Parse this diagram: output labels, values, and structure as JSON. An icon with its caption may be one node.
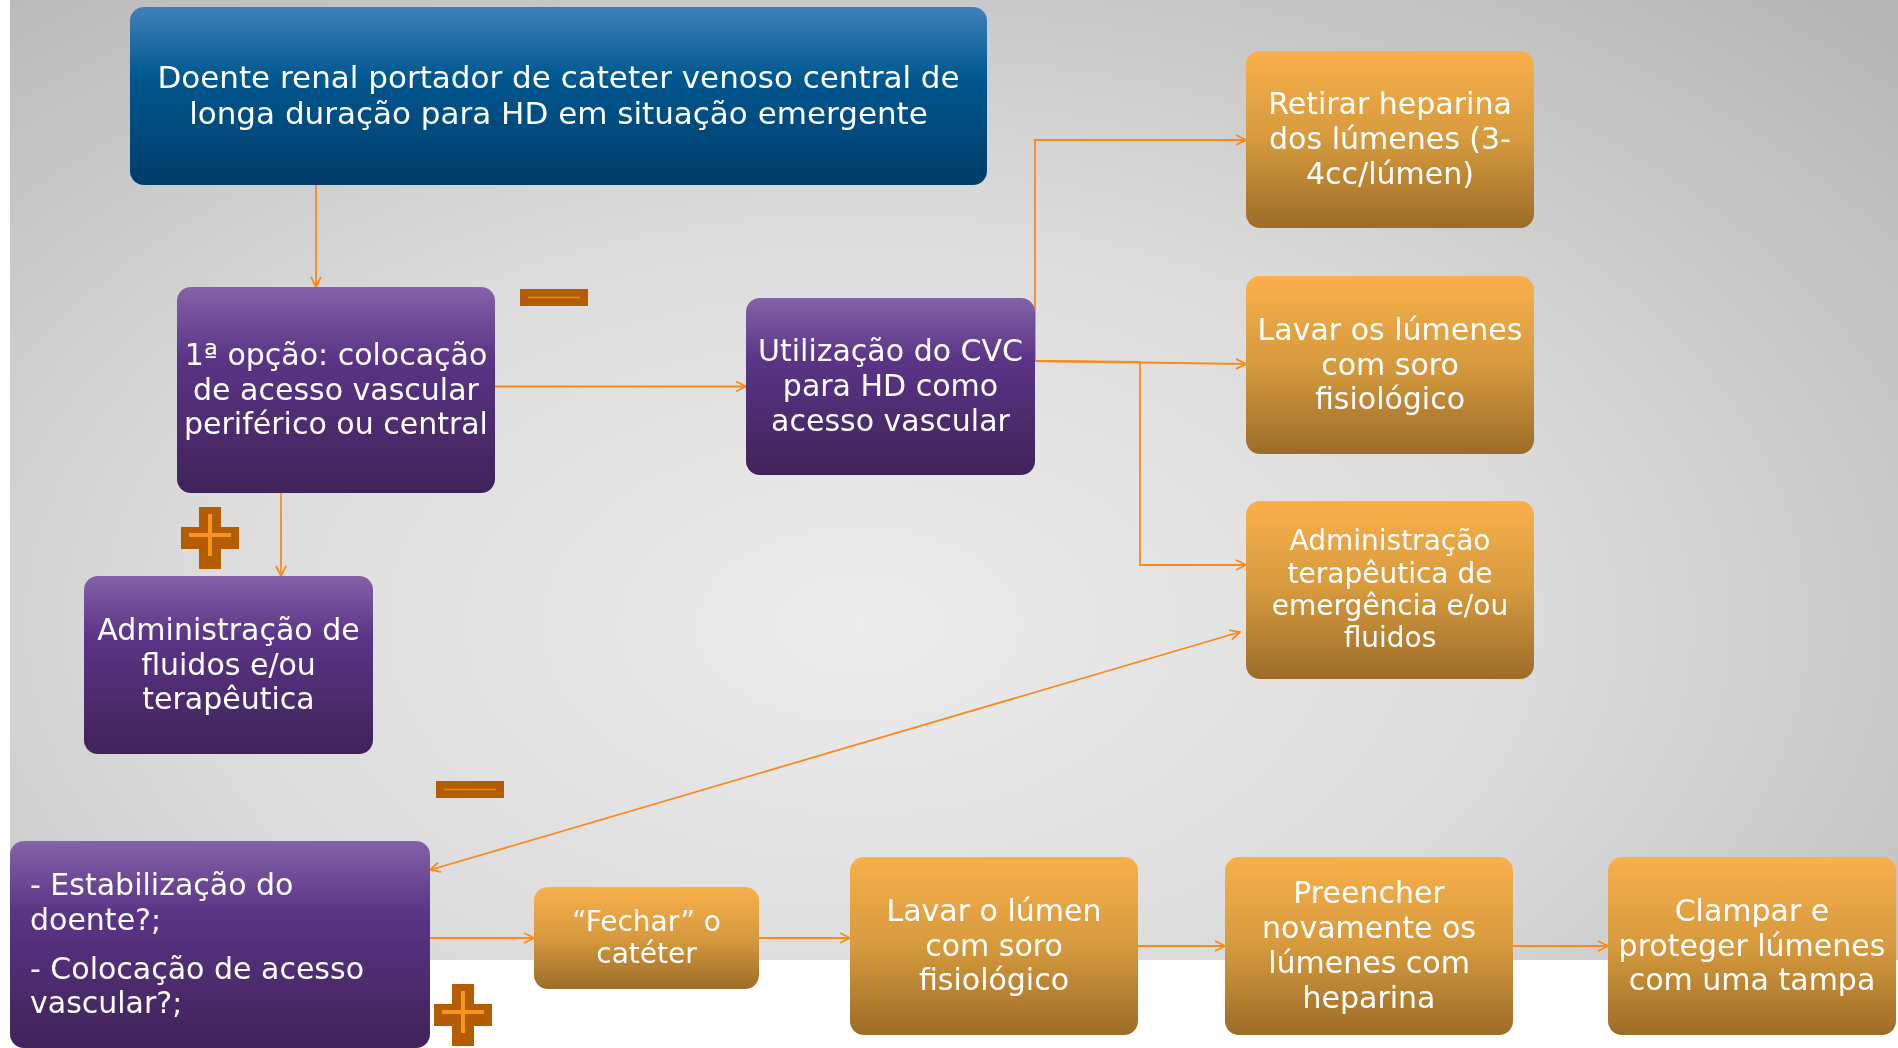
{
  "diagram": {
    "nodes": [
      {
        "text": [
          "Doente renal portador de cateter venoso central de longa duração para HD em situação emergente"
        ]
      },
      {
        "text": [
          "1ª opção: colocação de acesso vascular periférico ou central"
        ]
      },
      {
        "text": [
          "Utilização do CVC para HD como acesso vascular"
        ]
      },
      {
        "text": [
          "Retirar heparina dos lúmenes (3-4cc/lúmen)"
        ]
      },
      {
        "text": [
          "Lavar os lúmenes com soro fisiológico"
        ]
      },
      {
        "text": [
          "Administração terapêutica de emergência e/ou fluidos"
        ]
      },
      {
        "text": [
          "Administração de fluidos e/ou terapêutica"
        ]
      },
      {
        "text": [
          "- Estabilização do doente?;",
          "- Colocação de acesso vascular?;"
        ]
      },
      {
        "text": [
          "“Fechar” o catéter"
        ]
      },
      {
        "text": [
          "Lavar o lúmen com soro fisiológico"
        ]
      },
      {
        "text": [
          "Preencher novamente os lúmenes com heparina"
        ]
      },
      {
        "text": [
          "Clampar e proteger lúmenes com uma tampa"
        ]
      }
    ],
    "edges": [
      {
        "from": 0,
        "to": 1,
        "arrow": "to"
      },
      {
        "from": 1,
        "to": 2,
        "arrow": "to"
      },
      {
        "from": 1,
        "to": 6,
        "arrow": "to"
      },
      {
        "from": 2,
        "to": 3,
        "arrow": "to"
      },
      {
        "from": 2,
        "to": 4,
        "arrow": "to"
      },
      {
        "from": 2,
        "to": 5,
        "arrow": "to"
      },
      {
        "from": 7,
        "to": 5,
        "arrow": "both"
      },
      {
        "from": 7,
        "to": 8,
        "arrow": "to"
      },
      {
        "from": 8,
        "to": 9,
        "arrow": "to"
      },
      {
        "from": 9,
        "to": 10,
        "arrow": "to"
      },
      {
        "from": 10,
        "to": 11,
        "arrow": "to"
      }
    ]
  }
}
